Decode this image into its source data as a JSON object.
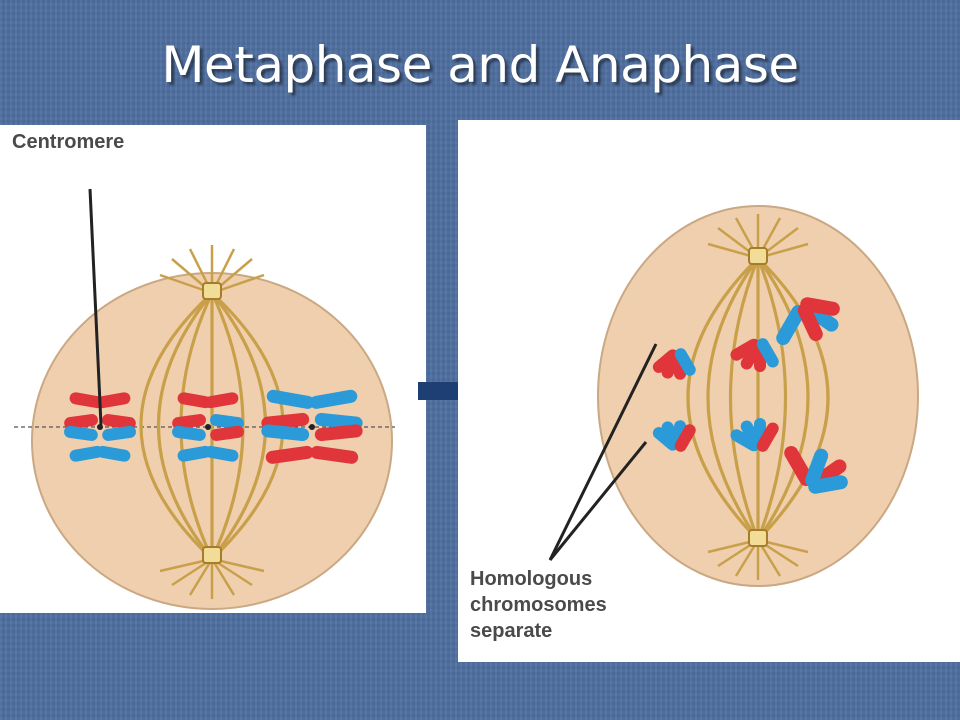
{
  "slide": {
    "title": "Metaphase and Anaphase"
  },
  "metaphase_panel": {
    "label": "Centromere"
  },
  "anaphase_panel": {
    "label_lines": [
      "Homologous",
      "chromosomes",
      "separate"
    ]
  },
  "colors": {
    "background": "#4f6fa0",
    "cell_fill": "#f0cfae",
    "spindle": "#c9a04a",
    "chromosome_red": "#e0353a",
    "chromosome_blue": "#2a9ad8",
    "arrow": "#1d3f73"
  }
}
